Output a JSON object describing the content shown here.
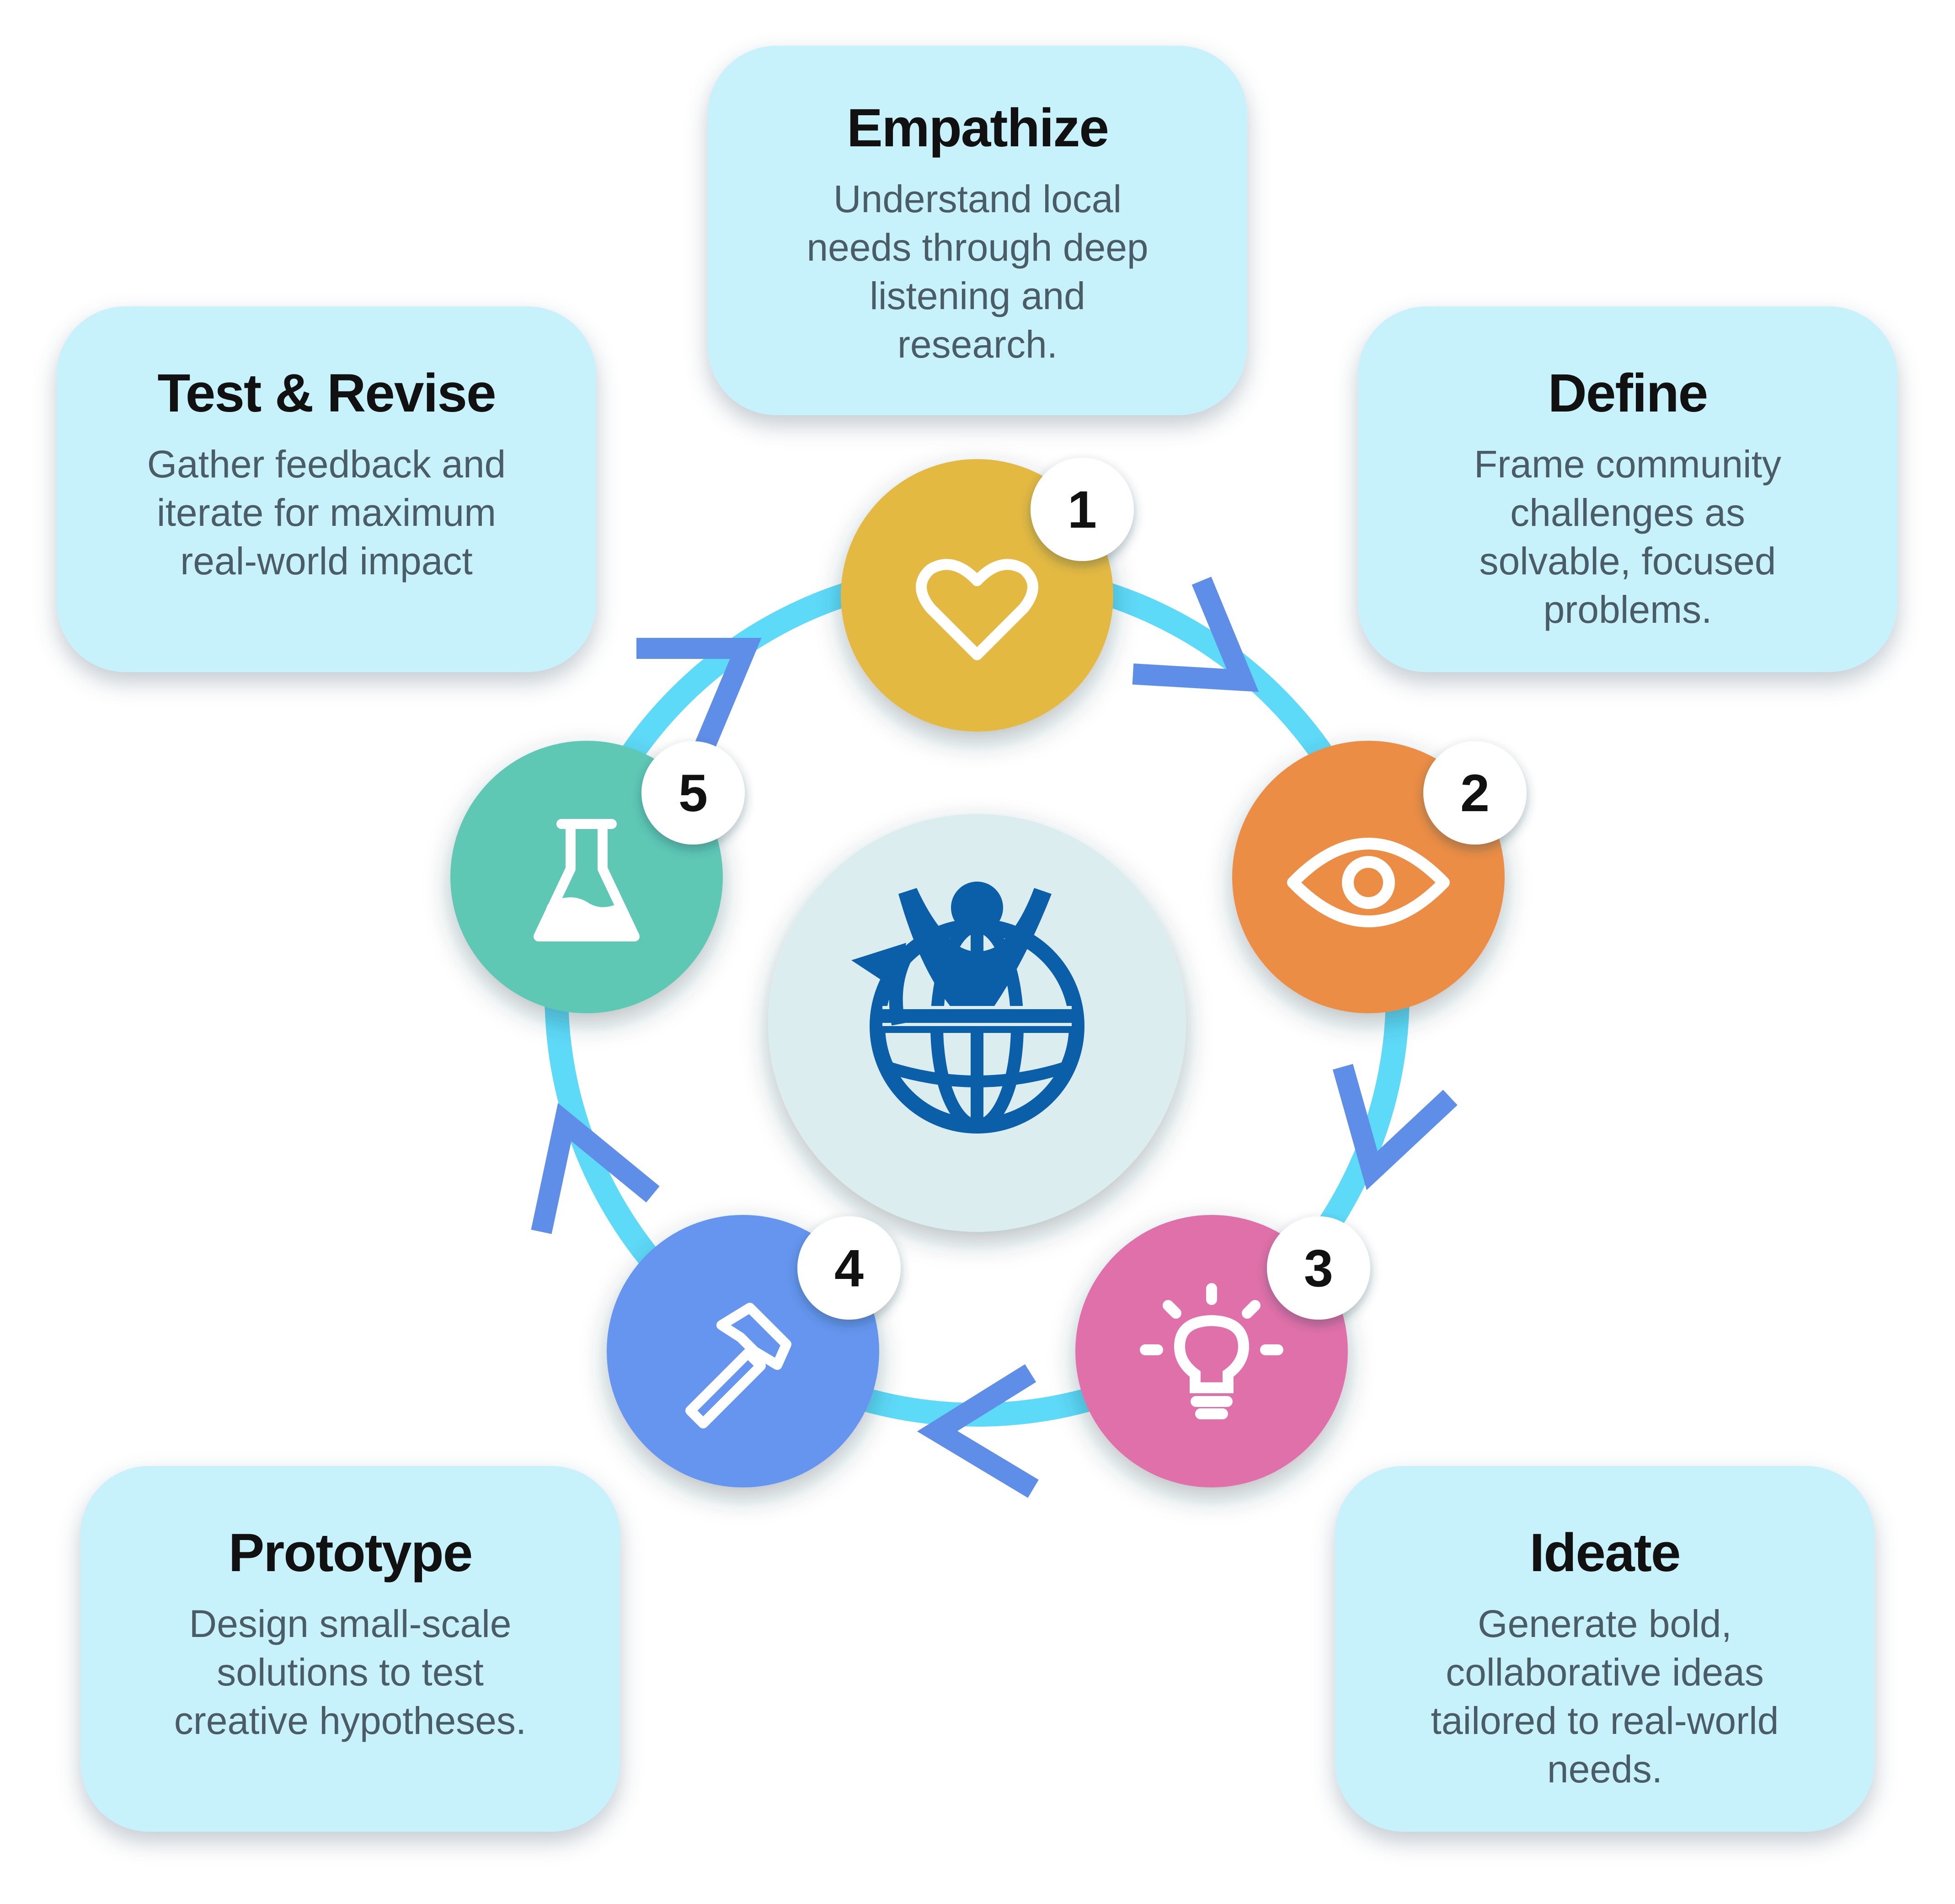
{
  "colors": {
    "card_bg": "#c8f2fb",
    "ring": "#5edaf9",
    "chevron": "#5f8ee8",
    "center_bg": "#dcedf0",
    "center_icon": "#0b5ea8",
    "badge_bg": "#ffffff"
  },
  "steps": [
    {
      "number": "1",
      "title": "Empathize",
      "description": "Understand local needs through deep listening and research.",
      "icon": "heart-icon",
      "color": "#e3b942"
    },
    {
      "number": "2",
      "title": "Define",
      "description": "Frame community challenges as solvable, focused problems.",
      "icon": "eye-icon",
      "color": "#eb8d45"
    },
    {
      "number": "3",
      "title": "Ideate",
      "description": "Generate bold, collaborative ideas tailored to real-world needs.",
      "icon": "lightbulb-icon",
      "color": "#e06fa9"
    },
    {
      "number": "4",
      "title": "Prototype",
      "description": "Design small-scale solutions to test creative hypotheses.",
      "icon": "hammer-icon",
      "color": "#6595ef"
    },
    {
      "number": "5",
      "title": "Test & Revise",
      "description": "Gather feedback and iterate for maximum real-world impact",
      "icon": "flask-icon",
      "color": "#5ec8b5"
    }
  ],
  "center": {
    "icon": "person-globe-cycle-icon"
  }
}
